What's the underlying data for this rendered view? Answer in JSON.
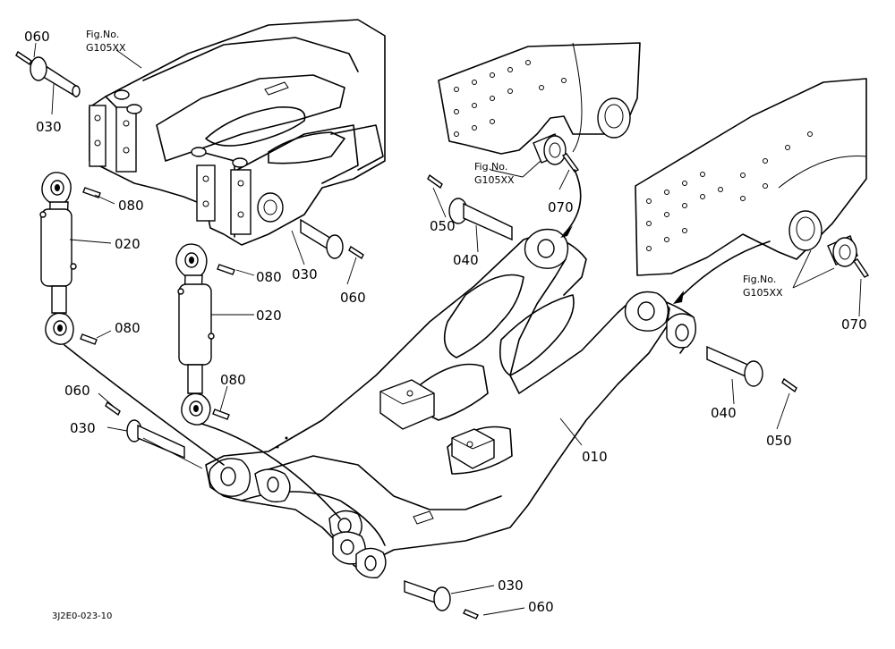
{
  "figure_refs": {
    "top_left": {
      "line1": "Fig.No.",
      "line2": "G105XX"
    },
    "center": {
      "line1": "Fig.No.",
      "line2": "G105XX"
    },
    "right": {
      "line1": "Fig.No.",
      "line2": "G105XX"
    }
  },
  "callouts": {
    "c060_top": "060",
    "c030_top": "030",
    "c080_a": "080",
    "c020_left": "020",
    "c080_b": "080",
    "c030_mid": "030",
    "c060_mid": "060",
    "c080_c": "080",
    "c020_mid": "020",
    "c080_d": "080",
    "c060_lower": "060",
    "c030_lower": "030",
    "c050_left": "050",
    "c040_left": "040",
    "c070_mid": "070",
    "c070_right": "070",
    "c010": "010",
    "c040_right": "040",
    "c050_right": "050",
    "c030_bottom": "030",
    "c060_bottom": "060"
  },
  "drawing_code": "3J2E0-023-10"
}
